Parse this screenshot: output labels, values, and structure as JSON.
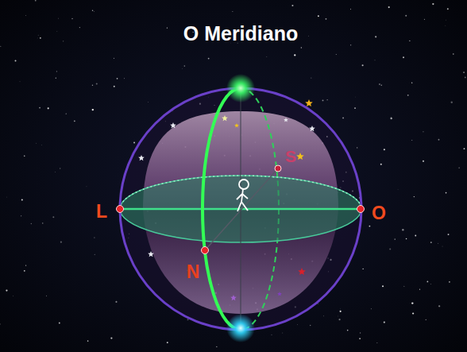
{
  "diagram": {
    "title": "O Meridiano",
    "labels": [
      "L",
      "O",
      "N",
      "S"
    ]
  }
}
